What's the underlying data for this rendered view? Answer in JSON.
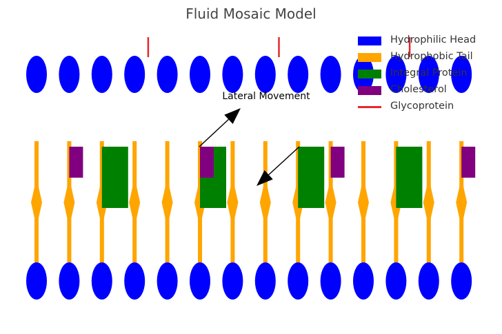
{
  "title": "Fluid Mosaic Model",
  "annotation": "Lateral Movement",
  "colors": {
    "head": "#0000ff",
    "tail": "#ffa500",
    "protein": "#008000",
    "cholesterol": "#800080",
    "glycoprotein": "#e8262a",
    "arrow": "#000000"
  },
  "legend": [
    {
      "label": "Hydrophilic Head",
      "color": "#0000ff",
      "kind": "patch"
    },
    {
      "label": "Hydrophobic Tail",
      "color": "#ffa500",
      "kind": "patch"
    },
    {
      "label": "Integral Protein",
      "color": "#008000",
      "kind": "patch"
    },
    {
      "label": "Cholesterol",
      "color": "#800080",
      "kind": "patch"
    },
    {
      "label": "Glycoprotein",
      "color": "#e8262a",
      "kind": "line"
    }
  ],
  "membrane": {
    "phospholipid_count": 14,
    "protein_positions": [
      2,
      5,
      8,
      11
    ],
    "cholesterol_positions": [
      1,
      5,
      9,
      13
    ],
    "glycoprotein_positions": [
      3.5,
      7.5,
      11.5
    ]
  }
}
